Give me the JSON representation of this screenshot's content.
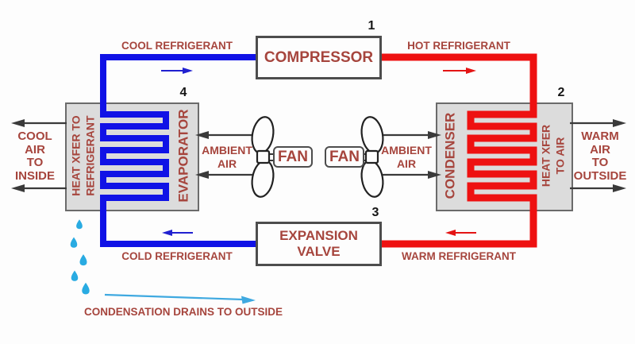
{
  "labels": {
    "cool_refrigerant": "COOL REFRIGERANT",
    "hot_refrigerant": "HOT REFRIGERANT",
    "cold_refrigerant": "COLD REFRIGERANT",
    "warm_refrigerant": "WARM REFRIGERANT",
    "condensation": "CONDENSATION DRAINS TO OUTSIDE"
  },
  "components": {
    "compressor": {
      "label": "COMPRESSOR",
      "number": "1"
    },
    "condenser": {
      "label": "CONDENSER",
      "number": "2",
      "side_label_line1": "HEAT XFER",
      "side_label_line2": "TO AIR"
    },
    "expansion_valve": {
      "label_line1": "EXPANSION",
      "label_line2": "VALVE",
      "number": "3"
    },
    "evaporator": {
      "label": "EVAPORATOR",
      "number": "4",
      "side_label_line1": "HEAT XFER TO",
      "side_label_line2": "REFRIGERANT"
    },
    "fan_left": {
      "label": "FAN"
    },
    "fan_right": {
      "label": "FAN"
    }
  },
  "air": {
    "cool_air": {
      "line1": "COOL",
      "line2": "AIR",
      "line3": "TO",
      "line4": "INSIDE"
    },
    "warm_air": {
      "line1": "WARM",
      "line2": "AIR",
      "line3": "TO",
      "line4": "OUTSIDE"
    },
    "ambient_left": {
      "line1": "AMBIENT",
      "line2": "AIR"
    },
    "ambient_right": {
      "line1": "AMBIENT",
      "line2": "AIR"
    }
  },
  "colors": {
    "cool_pipe_blue": "#1012e6",
    "hot_pipe_red": "#ee1111",
    "label_brown_red": "#a6453d",
    "condensate_blue": "#29abe2",
    "arrow_dark": "#3a3a3a",
    "exchanger_gray": "#dcdcdc"
  }
}
